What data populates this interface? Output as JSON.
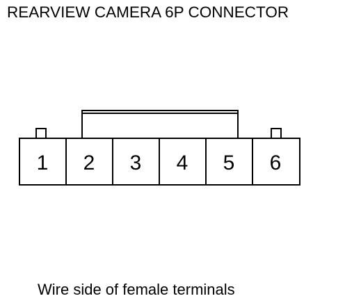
{
  "title": "REARVIEW CAMERA 6P CONNECTOR",
  "caption": "Wire side of female terminals",
  "connector": {
    "pins": [
      "1",
      "2",
      "3",
      "4",
      "5",
      "6"
    ],
    "line_color": "#000000"
  }
}
